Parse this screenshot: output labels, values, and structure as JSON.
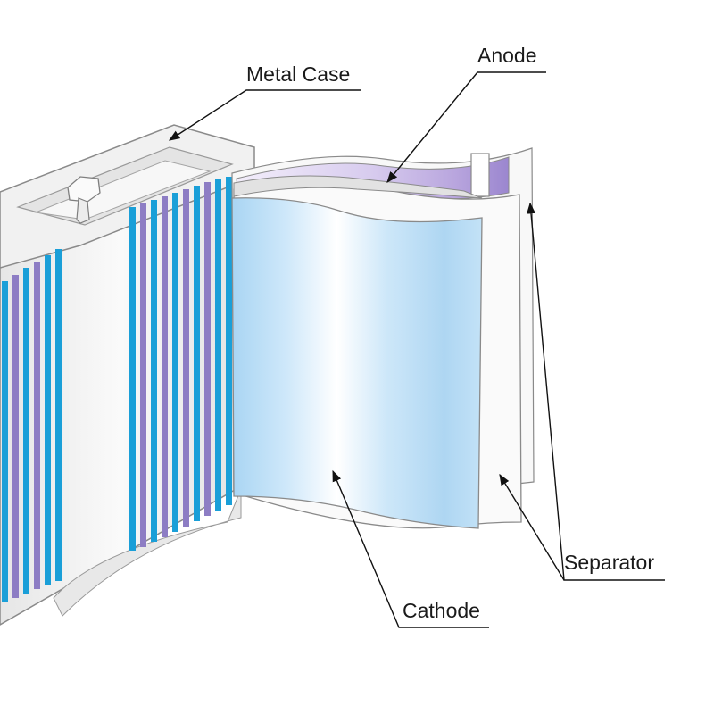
{
  "labels": {
    "metal_case": "Metal Case",
    "anode": "Anode",
    "separator": "Separator",
    "cathode": "Cathode"
  },
  "colors": {
    "case_body": "#eeeeee",
    "case_outline": "#8a8a8a",
    "electrode_blue": "#1a9fd8",
    "electrode_purple": "#8d7dc4",
    "cathode_sheet": "#c9e6f8",
    "anode_sheet": "#c7b8e6",
    "separator_sheet": "#f7f7f7"
  },
  "icons": [
    "arrow-icon"
  ]
}
